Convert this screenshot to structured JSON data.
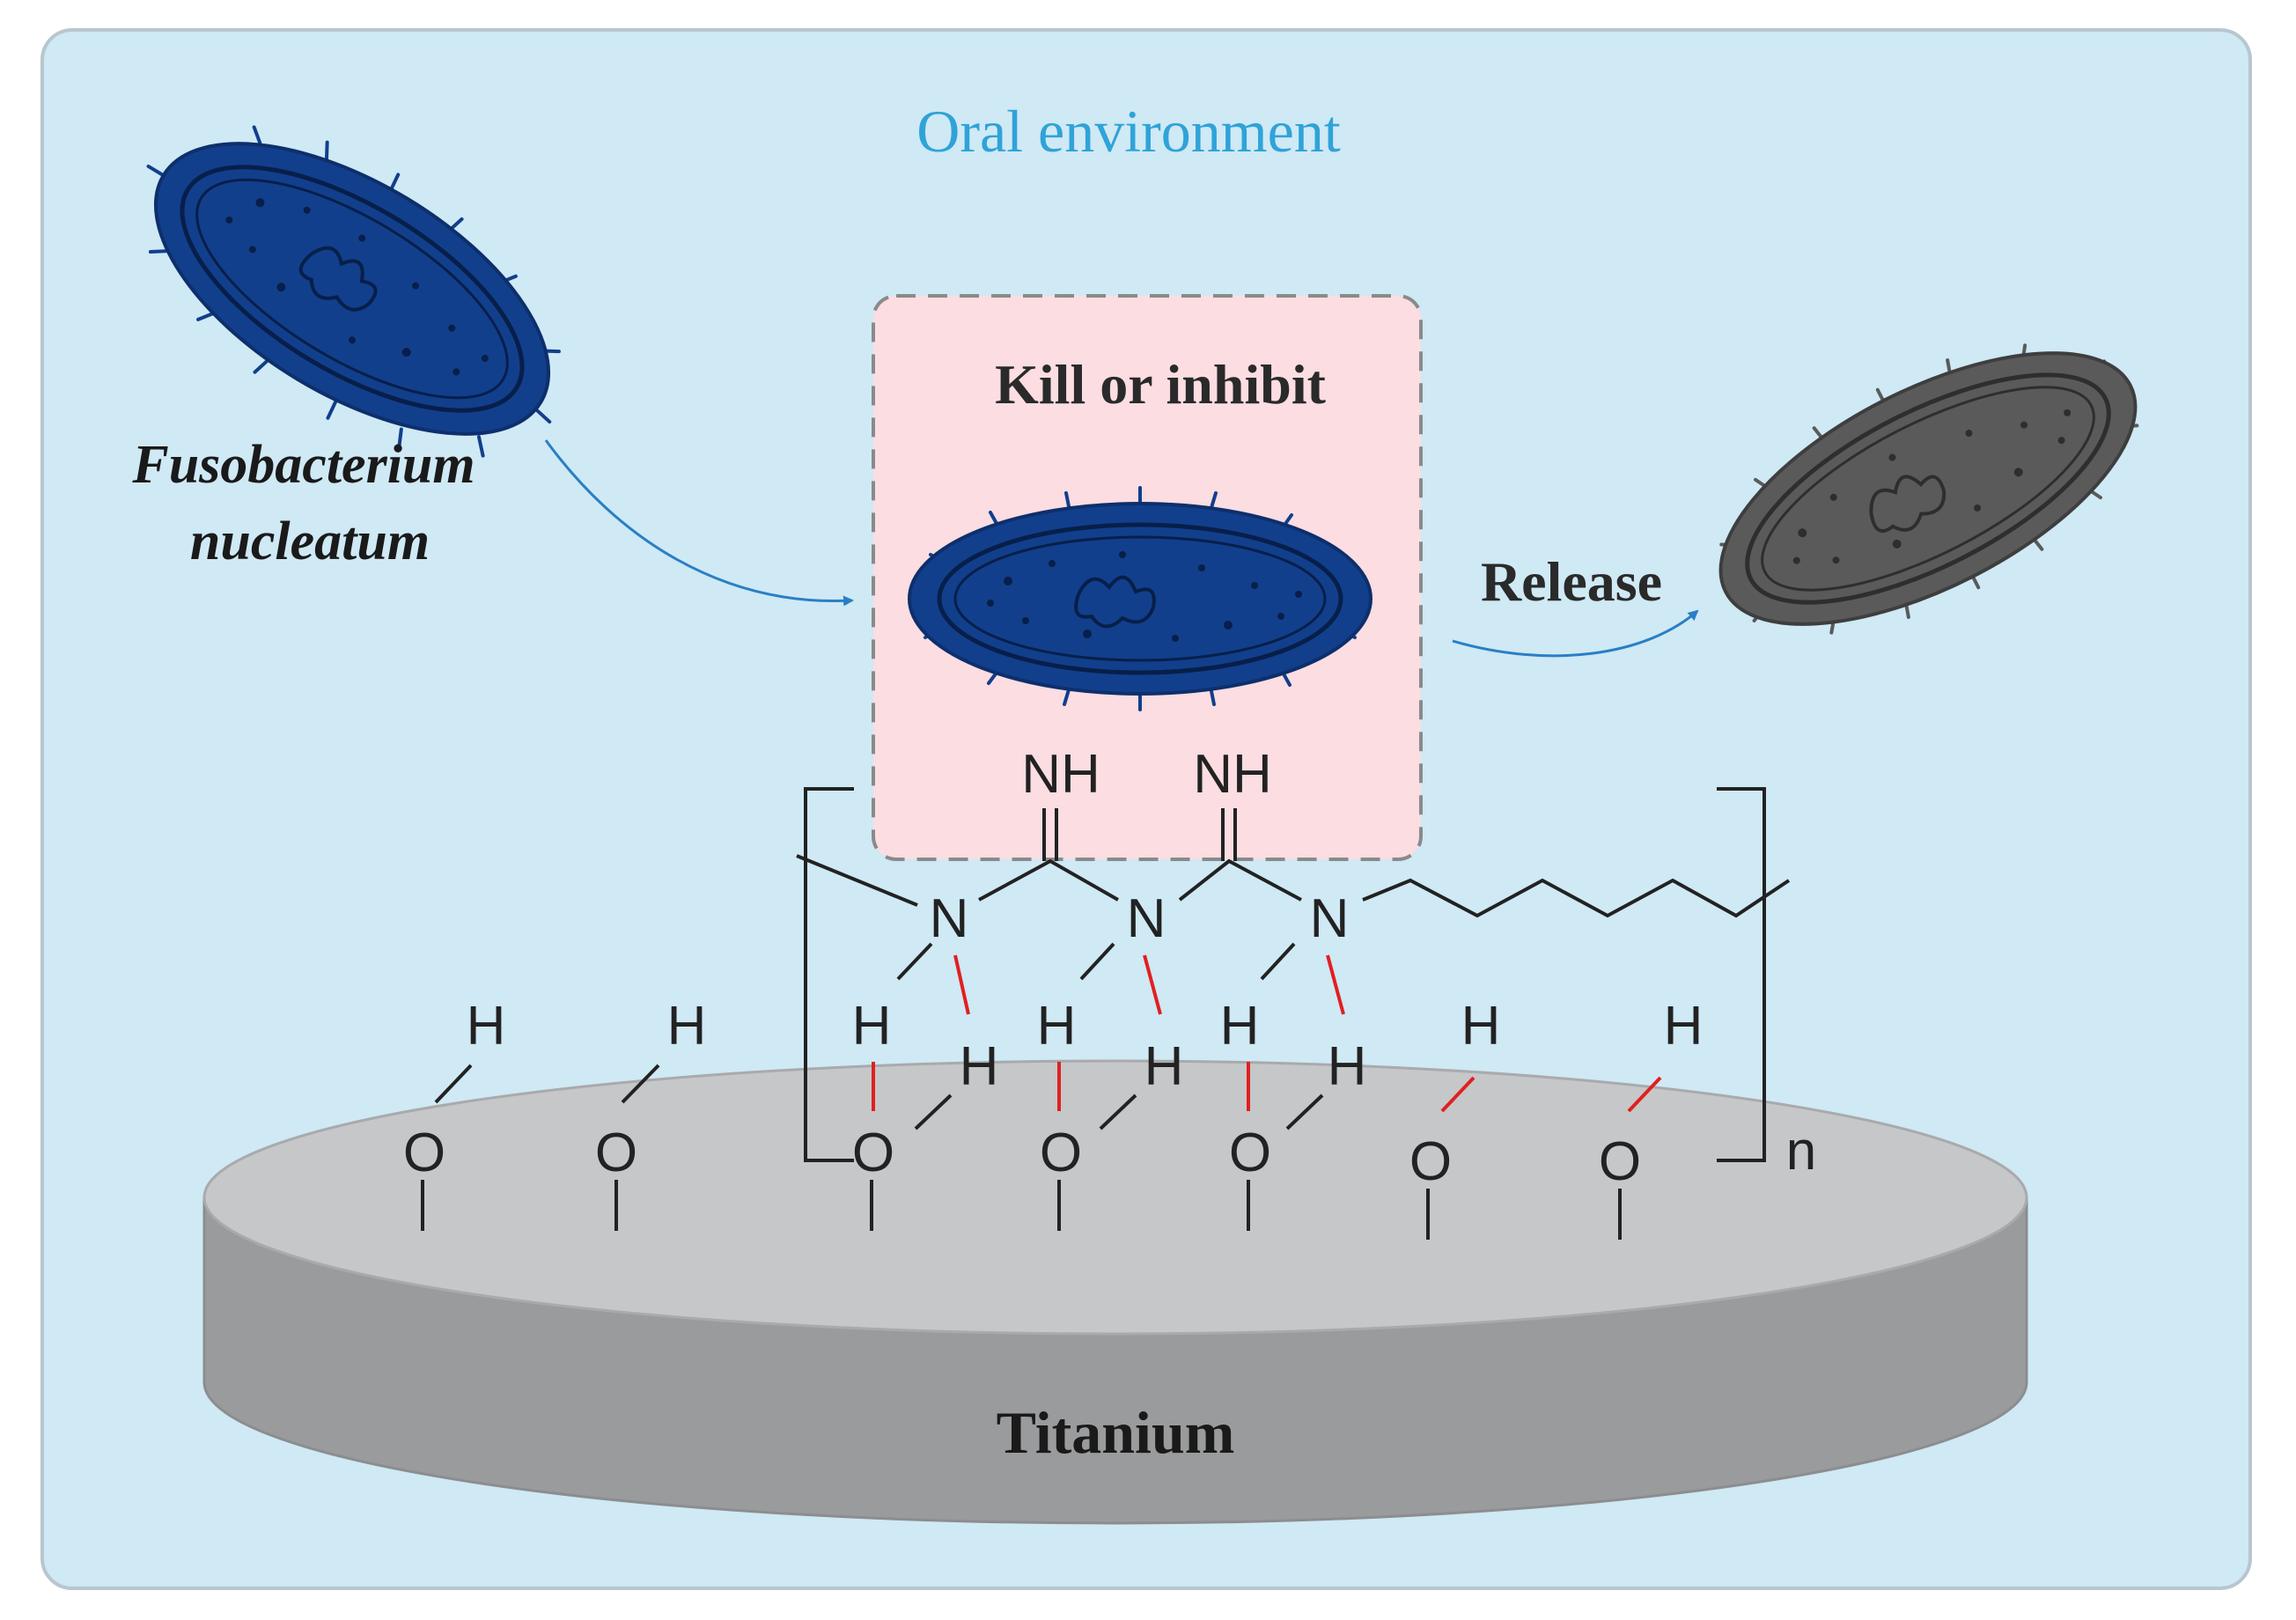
{
  "title": "Oral environment",
  "bacterium": {
    "name_line1": "Fusobacterium",
    "name_line2": "nucleatum"
  },
  "action_box": {
    "label": "Kill or inhibit"
  },
  "release_label": "Release",
  "molecule": {
    "imine_labels": [
      "NH",
      "NH"
    ],
    "amine_labels": [
      "N",
      "N",
      "N"
    ],
    "repeat_subscript": "n"
  },
  "surface": {
    "material": "Titanium",
    "hydroxyl_oxygen": "O",
    "hydrogen": "H"
  },
  "colors": {
    "background_panel": "#cfe9f5",
    "title_text": "#2fa3d8",
    "bacterium_live": "#123f8c",
    "bacterium_dead": "#5a5a5a",
    "highlight_box": "#fbdde2",
    "hydrogen_bond": "#e02020",
    "arrow": "#2a7fc4",
    "titanium_top": "#c6c7c9",
    "titanium_side": "#9a9b9d"
  }
}
